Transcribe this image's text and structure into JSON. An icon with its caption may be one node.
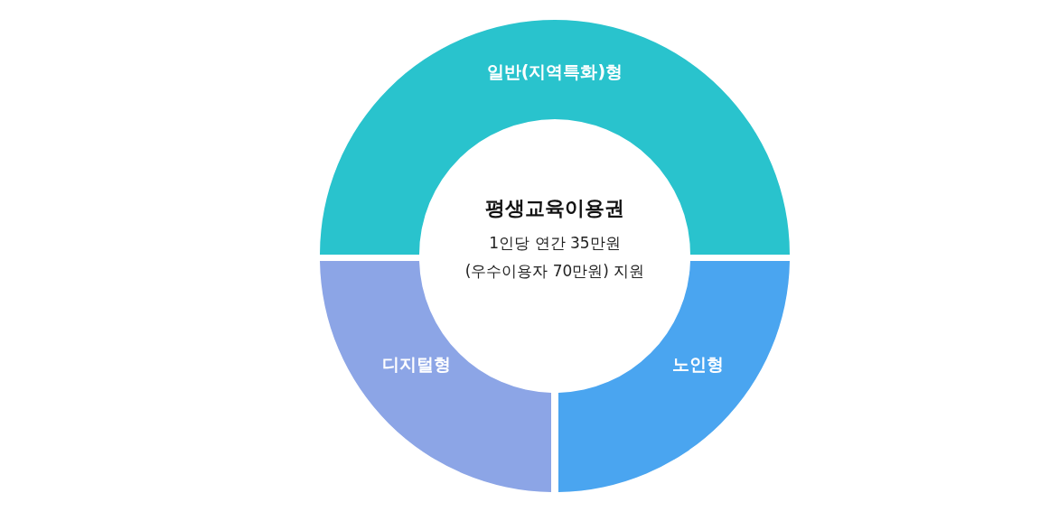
{
  "diagram": {
    "nodes": [
      {
        "text": [
          "일반(지역특화)형"
        ]
      },
      {
        "text": [
          "디지털형"
        ]
      },
      {
        "text": [
          "노인형"
        ]
      },
      {
        "text": [
          "평생교육이용권",
          "1인당 연간 35만원 (우수이용자 70만원) 지원"
        ]
      }
    ]
  }
}
